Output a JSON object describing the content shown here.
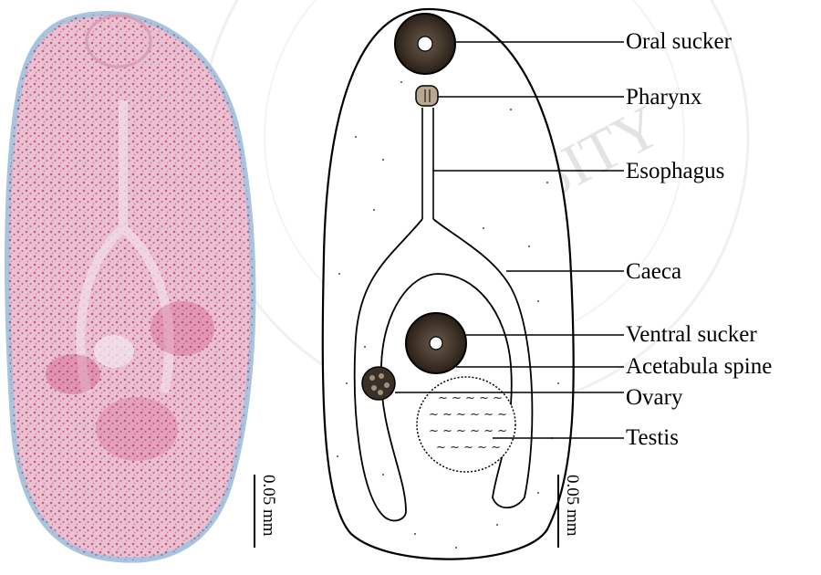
{
  "labels": {
    "oral_sucker": "Oral sucker",
    "pharynx": "Pharynx",
    "esophagus": "Esophagus",
    "caeca": "Caeca",
    "ventral_sucker": "Ventral sucker",
    "acetabula_spine": "Acetabula spine",
    "ovary": "Ovary",
    "testis": "Testis"
  },
  "scale_bars": {
    "photo": "0.05 mm",
    "drawing": "0.05 mm"
  },
  "watermark": {
    "text": "UNIVERSITY",
    "color": "#d9d9d9"
  },
  "colors": {
    "specimen_fill": "#e7b7c8",
    "specimen_stain": "#c8306a",
    "specimen_border": "#a8c4de"
  }
}
